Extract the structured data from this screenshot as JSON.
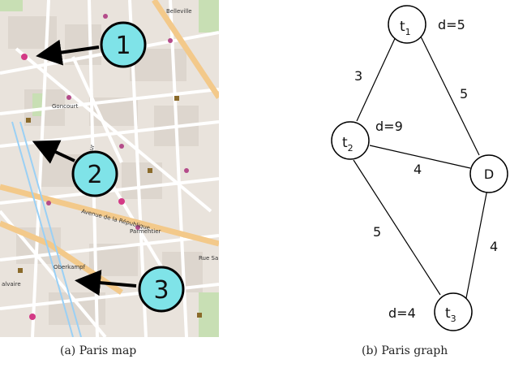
{
  "map": {
    "markers": [
      {
        "label": "1"
      },
      {
        "label": "2"
      },
      {
        "label": "3"
      }
    ],
    "place_labels": [
      "Belleville",
      "Goncourt",
      "Parmentier",
      "Oberkampf",
      "Avenue de la République",
      "Rue Saint-Maur",
      "Rue Sa",
      "alvaire"
    ],
    "colors": {
      "marker_fill": "#7fe3e8",
      "marker_stroke": "#000000",
      "park": "#c8dfb4",
      "road_major": "#f6cf8d",
      "road_minor": "#ffffff",
      "block": "#e8e2da"
    }
  },
  "graph": {
    "nodes": [
      {
        "id": "t1",
        "base": "t",
        "sub": "1",
        "annotation": "d=5"
      },
      {
        "id": "t2",
        "base": "t",
        "sub": "2",
        "annotation": "d=9"
      },
      {
        "id": "D",
        "base": "D",
        "sub": "",
        "annotation": ""
      },
      {
        "id": "t3",
        "base": "t",
        "sub": "3",
        "annotation": "d=4"
      }
    ],
    "edges": [
      {
        "from": "t1",
        "to": "t2",
        "weight": "3"
      },
      {
        "from": "t1",
        "to": "D",
        "weight": "5"
      },
      {
        "from": "t2",
        "to": "D",
        "weight": "4"
      },
      {
        "from": "t2",
        "to": "t3",
        "weight": "5"
      },
      {
        "from": "D",
        "to": "t3",
        "weight": "4"
      }
    ]
  },
  "captions": {
    "a": "(a) Paris map",
    "b": "(b) Paris graph"
  }
}
